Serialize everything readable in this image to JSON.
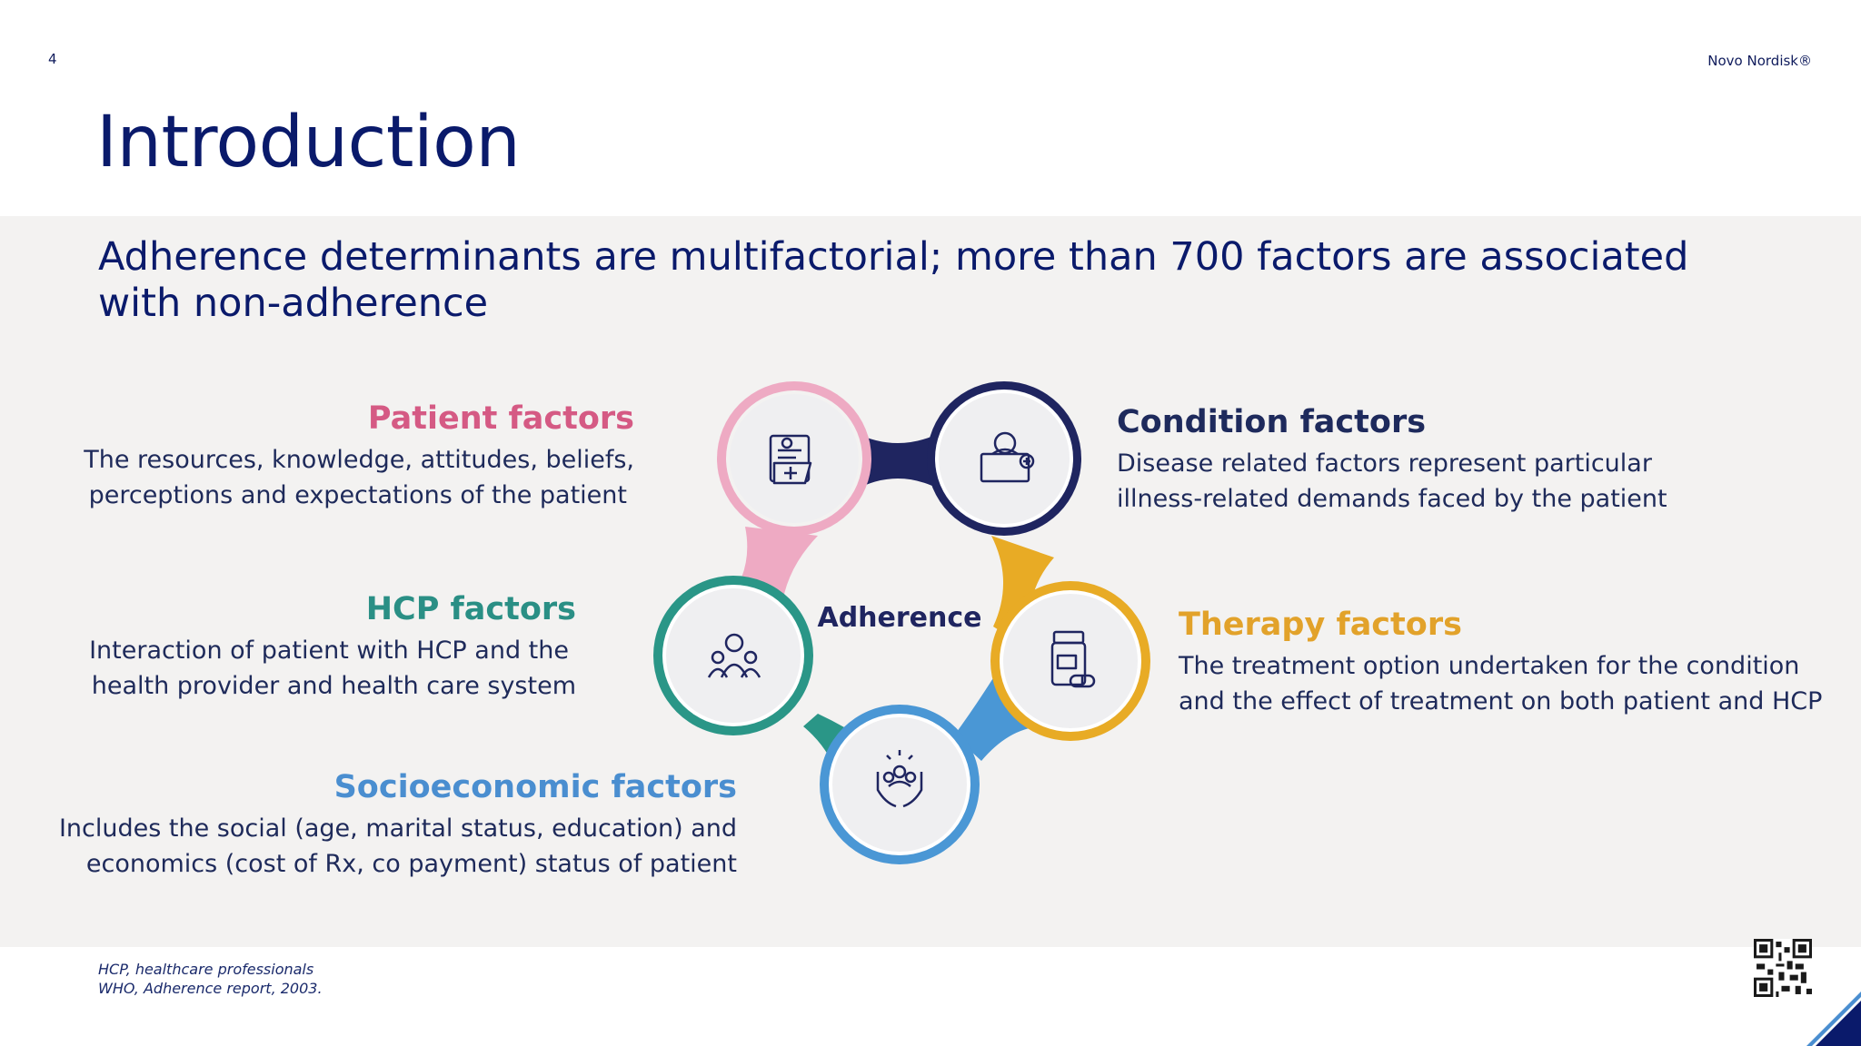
{
  "header": {
    "page_number": "4",
    "brand": "Novo Nordisk®"
  },
  "title": "Introduction",
  "subtitle": "Adherence determinants are multifactorial; more than 700 factors are associated with non-adherence",
  "diagram": {
    "center_label": "Adherence",
    "factors": [
      {
        "title": "Patient factors",
        "description": [
          "The resources, knowledge, attitudes, beliefs,",
          "perceptions and expectations of the patient"
        ],
        "color": "#d55a84",
        "ring_color": "#eeaac3",
        "icon": "medical-folder-icon"
      },
      {
        "title": "Condition factors",
        "description": [
          "Disease related factors represent particular",
          "illness-related demands faced by the patient"
        ],
        "color": "#1e2a5c",
        "ring_color": "#1f2560",
        "icon": "patient-in-bed-icon"
      },
      {
        "title": "Therapy factors",
        "description": [
          "The treatment option undertaken for the condition",
          "and the effect of treatment on both patient and HCP"
        ],
        "color": "#e2a22a",
        "ring_color": "#e8ab25",
        "icon": "pill-bottle-icon"
      },
      {
        "title": "Socioeconomic factors",
        "description": [
          "Includes the social (age, marital status, education) and",
          "economics (cost of Rx, co payment) status of patient"
        ],
        "color": "#4a8ed0",
        "ring_color": "#4a97d5",
        "icon": "hands-holding-people-icon"
      },
      {
        "title": "HCP factors",
        "description": [
          "Interaction of patient with HCP and the",
          "health provider and health care system"
        ],
        "color": "#2a8f85",
        "ring_color": "#2a9687",
        "icon": "healthcare-team-icon"
      }
    ]
  },
  "footnotes": [
    "HCP, healthcare professionals",
    "WHO, Adherence report, 2003."
  ],
  "colors": {
    "navy": "#0a1a6b",
    "band": "#f3f2f1"
  }
}
